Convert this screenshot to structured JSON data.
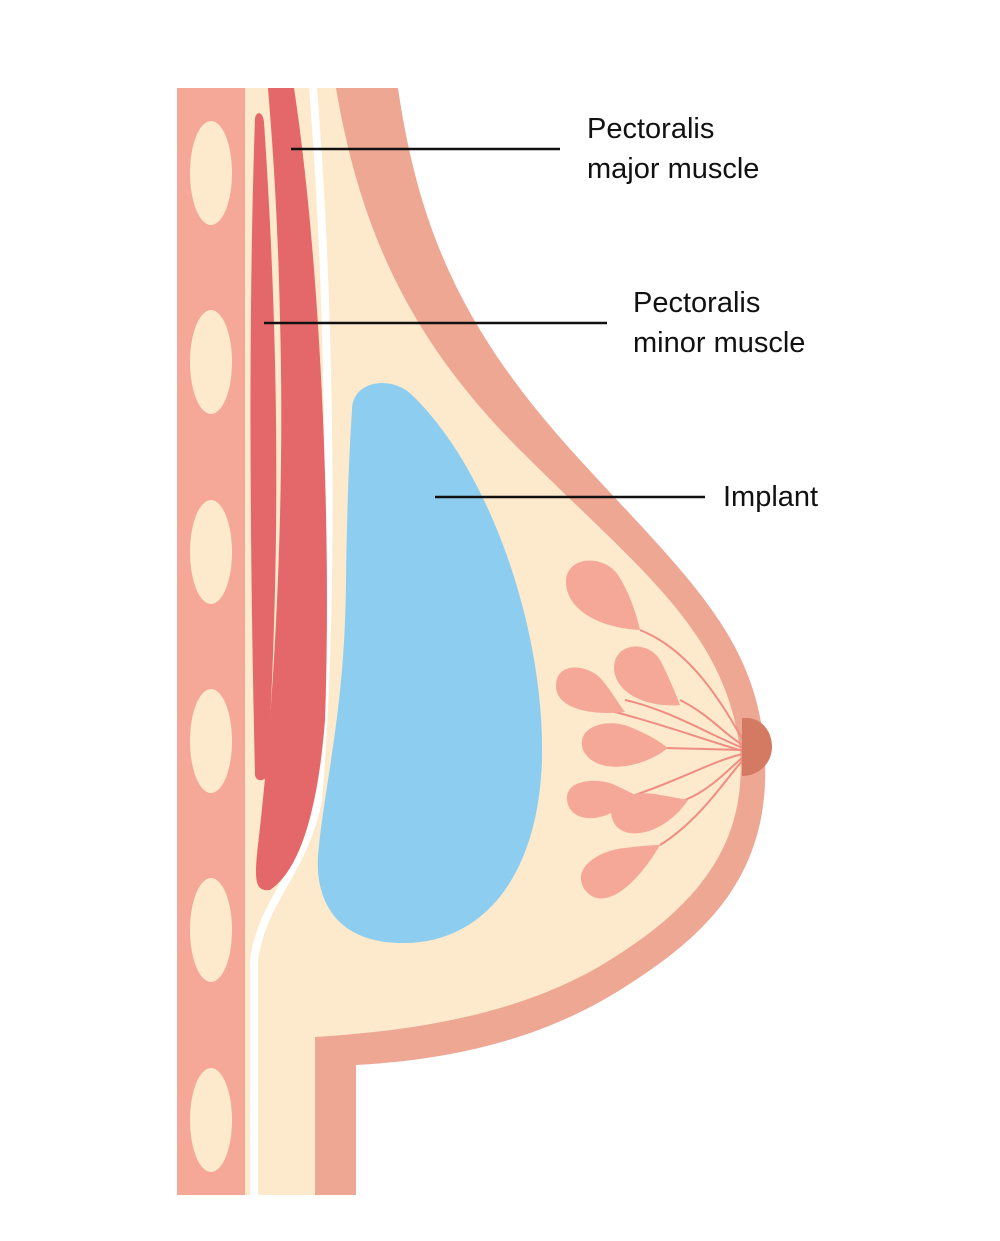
{
  "labels": {
    "major_line1": "Pectoralis",
    "major_line2": "major muscle",
    "minor_line1": "Pectoralis",
    "minor_line2": "minor muscle",
    "implant": "Implant"
  },
  "colors": {
    "rib_wall": "#F5A898",
    "rib_oval": "#FDE9CC",
    "fat": "#FDE9CC",
    "skin": "#EDA793",
    "muscle": "#E46869",
    "implant": "#8DCEF0",
    "gland": "#F5A898",
    "duct": "#F08C82",
    "nipple": "#D47A63",
    "leader_line": "#111111"
  }
}
